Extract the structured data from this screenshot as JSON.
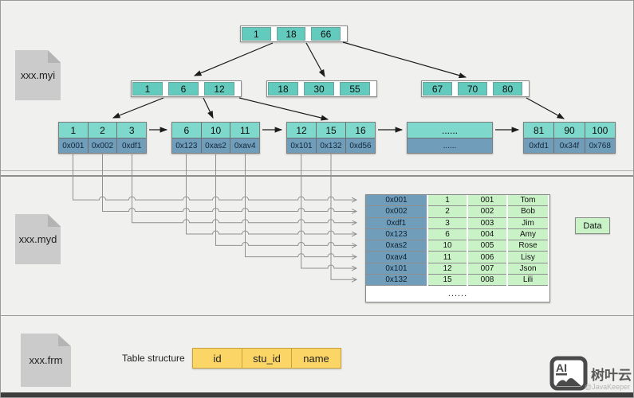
{
  "files": {
    "myi": "xxx.myi",
    "myd": "xxx.myd",
    "frm": "xxx.frm"
  },
  "btree": {
    "root": [
      "1",
      "18",
      "66"
    ],
    "internals": [
      [
        "1",
        "6",
        "12"
      ],
      [
        "18",
        "30",
        "55"
      ],
      [
        "67",
        "70",
        "80"
      ]
    ],
    "leaves": [
      {
        "keys": [
          "1",
          "2",
          "3"
        ],
        "addrs": [
          "0x001",
          "0x002",
          "0xdf1"
        ]
      },
      {
        "keys": [
          "6",
          "10",
          "11"
        ],
        "addrs": [
          "0x123",
          "0xas2",
          "0xav4"
        ]
      },
      {
        "keys": [
          "12",
          "15",
          "16"
        ],
        "addrs": [
          "0x101",
          "0x132",
          "0xd56"
        ]
      },
      {
        "keys": [
          "......"
        ],
        "addrs": [
          "......"
        ]
      },
      {
        "keys": [
          "81",
          "90",
          "100"
        ],
        "addrs": [
          "0xfd1",
          "0x34f",
          "0x768"
        ]
      }
    ]
  },
  "data_file": {
    "rows": [
      [
        "0x001",
        "1",
        "001",
        "Tom"
      ],
      [
        "0x002",
        "2",
        "002",
        "Bob"
      ],
      [
        "0xdf1",
        "3",
        "003",
        "Jim"
      ],
      [
        "0x123",
        "6",
        "004",
        "Amy"
      ],
      [
        "0xas2",
        "10",
        "005",
        "Rose"
      ],
      [
        "0xav4",
        "11",
        "006",
        "Lisy"
      ],
      [
        "0x101",
        "12",
        "007",
        "Json"
      ],
      [
        "0x132",
        "15",
        "008",
        "Lili"
      ]
    ],
    "ellipsis": "......",
    "data_label": "Data"
  },
  "table_structure": {
    "label": "Table structure",
    "columns": [
      "id",
      "stu_id",
      "name"
    ]
  },
  "watermark": {
    "icon": "AI",
    "brand": "树叶云",
    "handle": "@JavaKeeper"
  },
  "colors": {
    "node_teal": "#63cbbd",
    "leaf_key_teal": "#7ed8cb",
    "addr_blue": "#6f9dba",
    "row_green": "#c9f2c6",
    "column_yellow": "#fbd666",
    "background": "#f0f0ee"
  }
}
